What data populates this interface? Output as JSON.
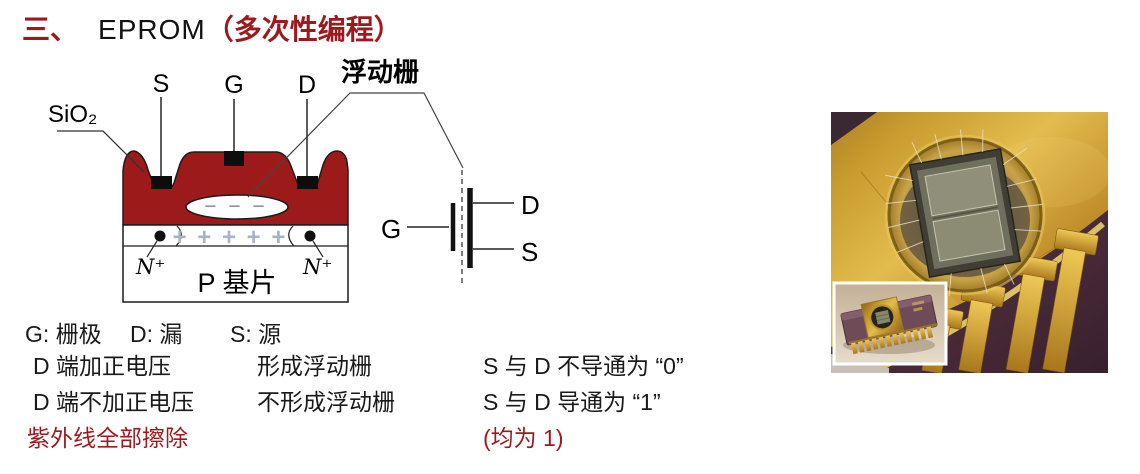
{
  "title": {
    "section": "三、",
    "name": "EPROM",
    "subtitle": "（多次性编程）"
  },
  "device": {
    "sio2_label": "SiO₂",
    "source_label": "S",
    "gate_label": "G",
    "drain_label": "D",
    "floating_gate_label": "浮动栅",
    "floating_gate_charges": "− − −",
    "channel_charges": "+ + + + +",
    "n_plus_left": "N⁺",
    "n_plus_right": "N⁺",
    "substrate_label": "P 基片"
  },
  "symbol": {
    "gate": "G",
    "drain": "D",
    "source": "S"
  },
  "notes": {
    "legend": [
      {
        "label": "G: 栅极"
      },
      {
        "label": "D: 漏"
      },
      {
        "label": "S: 源"
      }
    ],
    "rows": [
      {
        "c1": "D 端加正电压",
        "c2": "形成浮动栅",
        "c3": "S 与 D 不导通为 “0”"
      },
      {
        "c1": "D 端不加正电压",
        "c2": "不形成浮动栅",
        "c3": "S 与 D 导通为 “1”"
      },
      {
        "c1": "紫外线全部擦除",
        "c2": "",
        "c3": "(均为 1)"
      }
    ]
  },
  "photo": {
    "name": "EPROM 芯片照片"
  },
  "colors": {
    "accent_red": "#9c1a1d",
    "diagram_red": "#9d1a1a",
    "charge_gray": "#a9b3c6"
  }
}
